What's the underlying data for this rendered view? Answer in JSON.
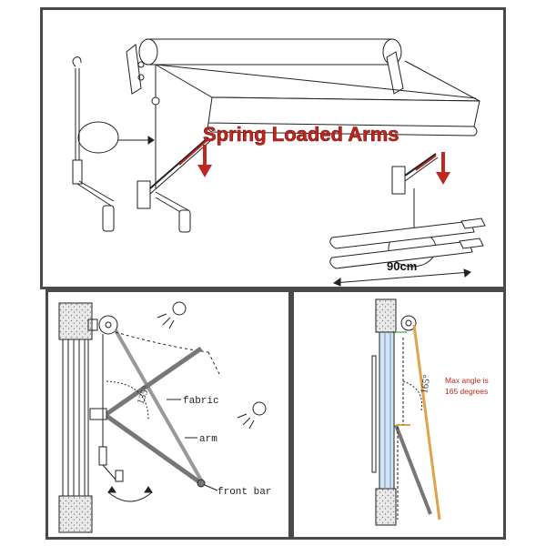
{
  "top_panel": {
    "title": "Spring Loaded Arms",
    "dimension": "90cm"
  },
  "left_panel": {
    "angle": "135°",
    "labels": {
      "fabric": "fabric",
      "arm": "arm",
      "front_bar": "front bar"
    }
  },
  "right_panel": {
    "angle": "165°",
    "note_line1": "Max angle is",
    "note_line2": "165 degrees"
  },
  "colors": {
    "title_red": "#c0271f",
    "arm_orange": "#e0a24a",
    "frame_gray": "#4a4a4a",
    "glass_blue": "#cfe6f7"
  }
}
